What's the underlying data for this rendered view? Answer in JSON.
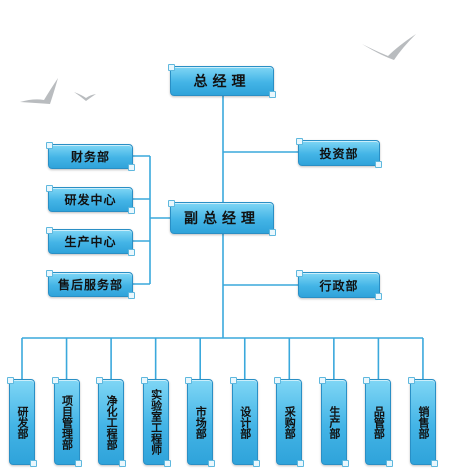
{
  "org_chart": {
    "top": "总经理",
    "deputy": "副总经理",
    "right_units": [
      "投资部",
      "行政部"
    ],
    "left_units": [
      "财务部",
      "研发中心",
      "生产中心",
      "售后服务部"
    ],
    "bottom_units": [
      "研发部",
      "项目管理部",
      "净化工程部",
      "实验室工程师",
      "市场部",
      "设计部",
      "采购部",
      "生产部",
      "品管部",
      "销售部"
    ]
  },
  "colors": {
    "box_fill": "#43b4e6",
    "line": "#3aa8dc",
    "bird": "#b9bcbf"
  },
  "icons": [
    "seagull-icon",
    "seagull-icon",
    "seagull-icon"
  ]
}
